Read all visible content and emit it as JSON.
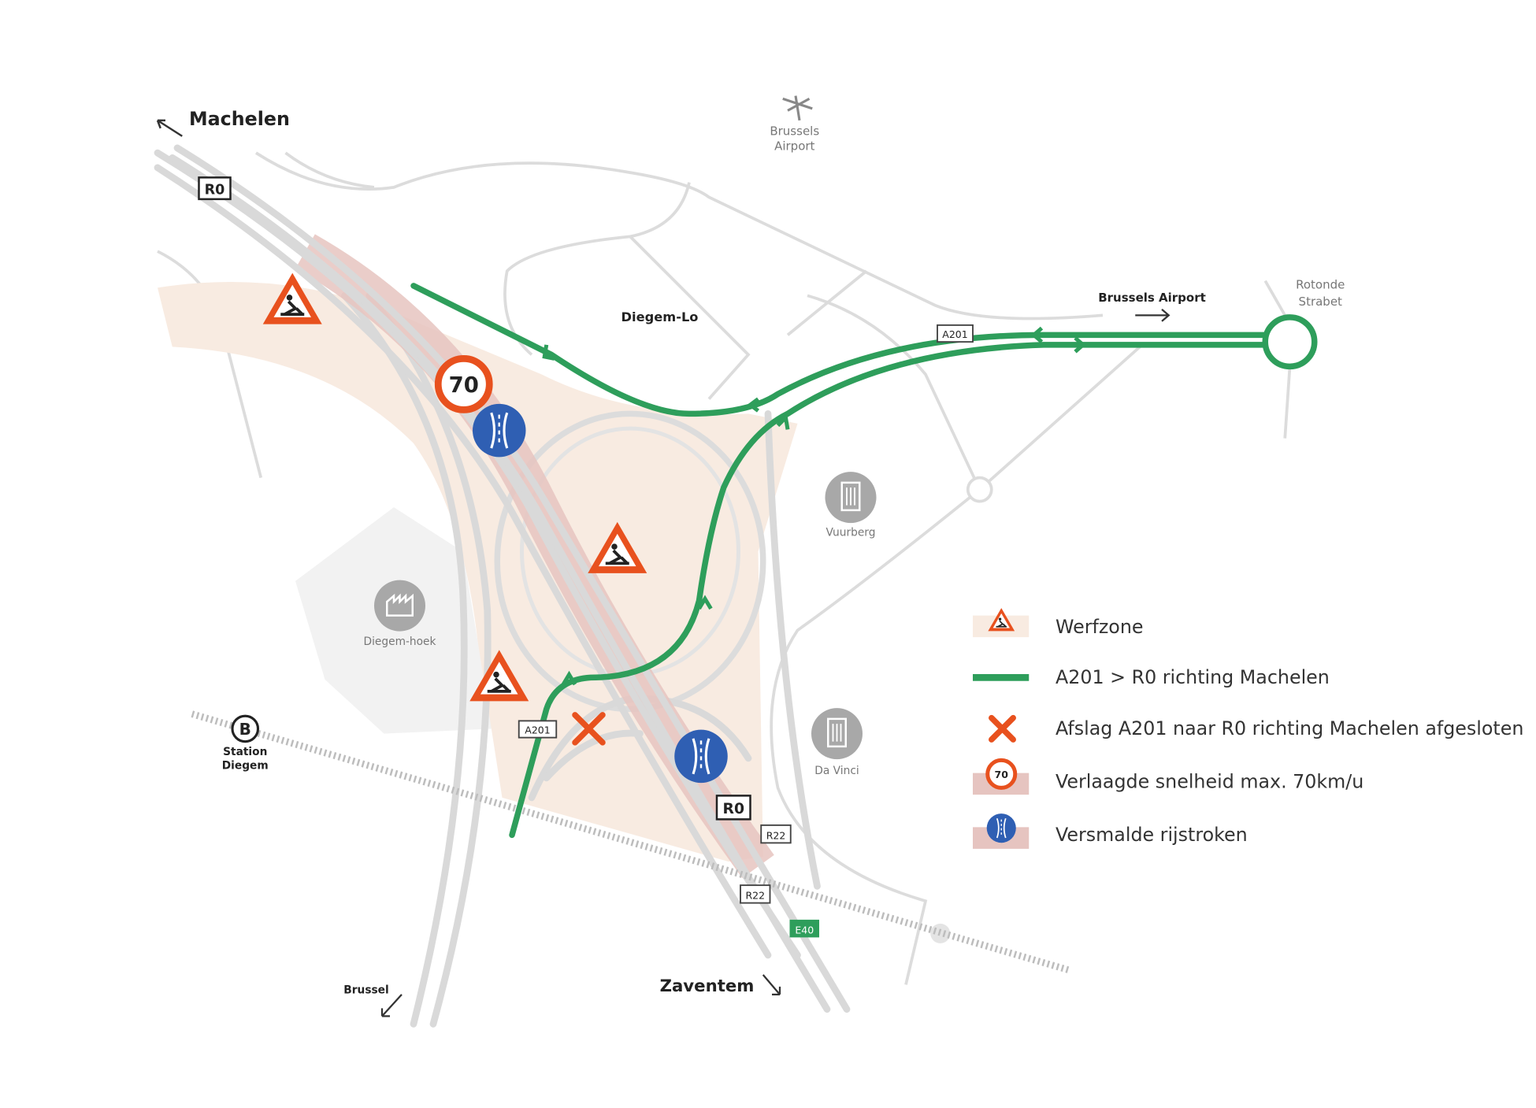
{
  "places": {
    "machelen": "Machelen",
    "brussels_airport_top": [
      "Brussels",
      "Airport"
    ],
    "diegem_lo": "Diegem-Lo",
    "brussels_airport_dir": "Brussels Airport",
    "rotonde": [
      "Rotonde",
      "Strabet"
    ],
    "vuurberg": "Vuurberg",
    "diegem_hoek": "Diegem-hoek",
    "da_vinci": "Da Vinci",
    "station": [
      "Station",
      "Diegem"
    ],
    "brussel": "Brussel",
    "zaventem": "Zaventem"
  },
  "road_shields": {
    "r0_top": "R0",
    "a201_top": "A201",
    "a201_bottom": "A201",
    "r0_bottom": "R0",
    "r22_a": "R22",
    "r22_b": "R22",
    "e40": "E40"
  },
  "signs": {
    "speed_limit": "70",
    "station_letter": "B"
  },
  "legend": [
    {
      "icon": "roadwork-triangle-icon",
      "label": "Werfzone"
    },
    {
      "icon": "green-route-line",
      "label": "A201 > R0 richting Machelen"
    },
    {
      "icon": "closed-x-icon",
      "label": "Afslag A201 naar R0 richting Machelen afgesloten"
    },
    {
      "icon": "speed-limit-70-icon",
      "label": "Verlaagde snelheid max. 70km/u",
      "value": "70"
    },
    {
      "icon": "narrowed-lanes-icon",
      "label": "Versmalde rijstroken"
    }
  ],
  "colors": {
    "route": "#2e9e5b",
    "closed": "#e8511e",
    "werfzone": "#f8ebe1",
    "narrow": "#2f5fb3",
    "speed_zone": "#e6c4c0"
  }
}
